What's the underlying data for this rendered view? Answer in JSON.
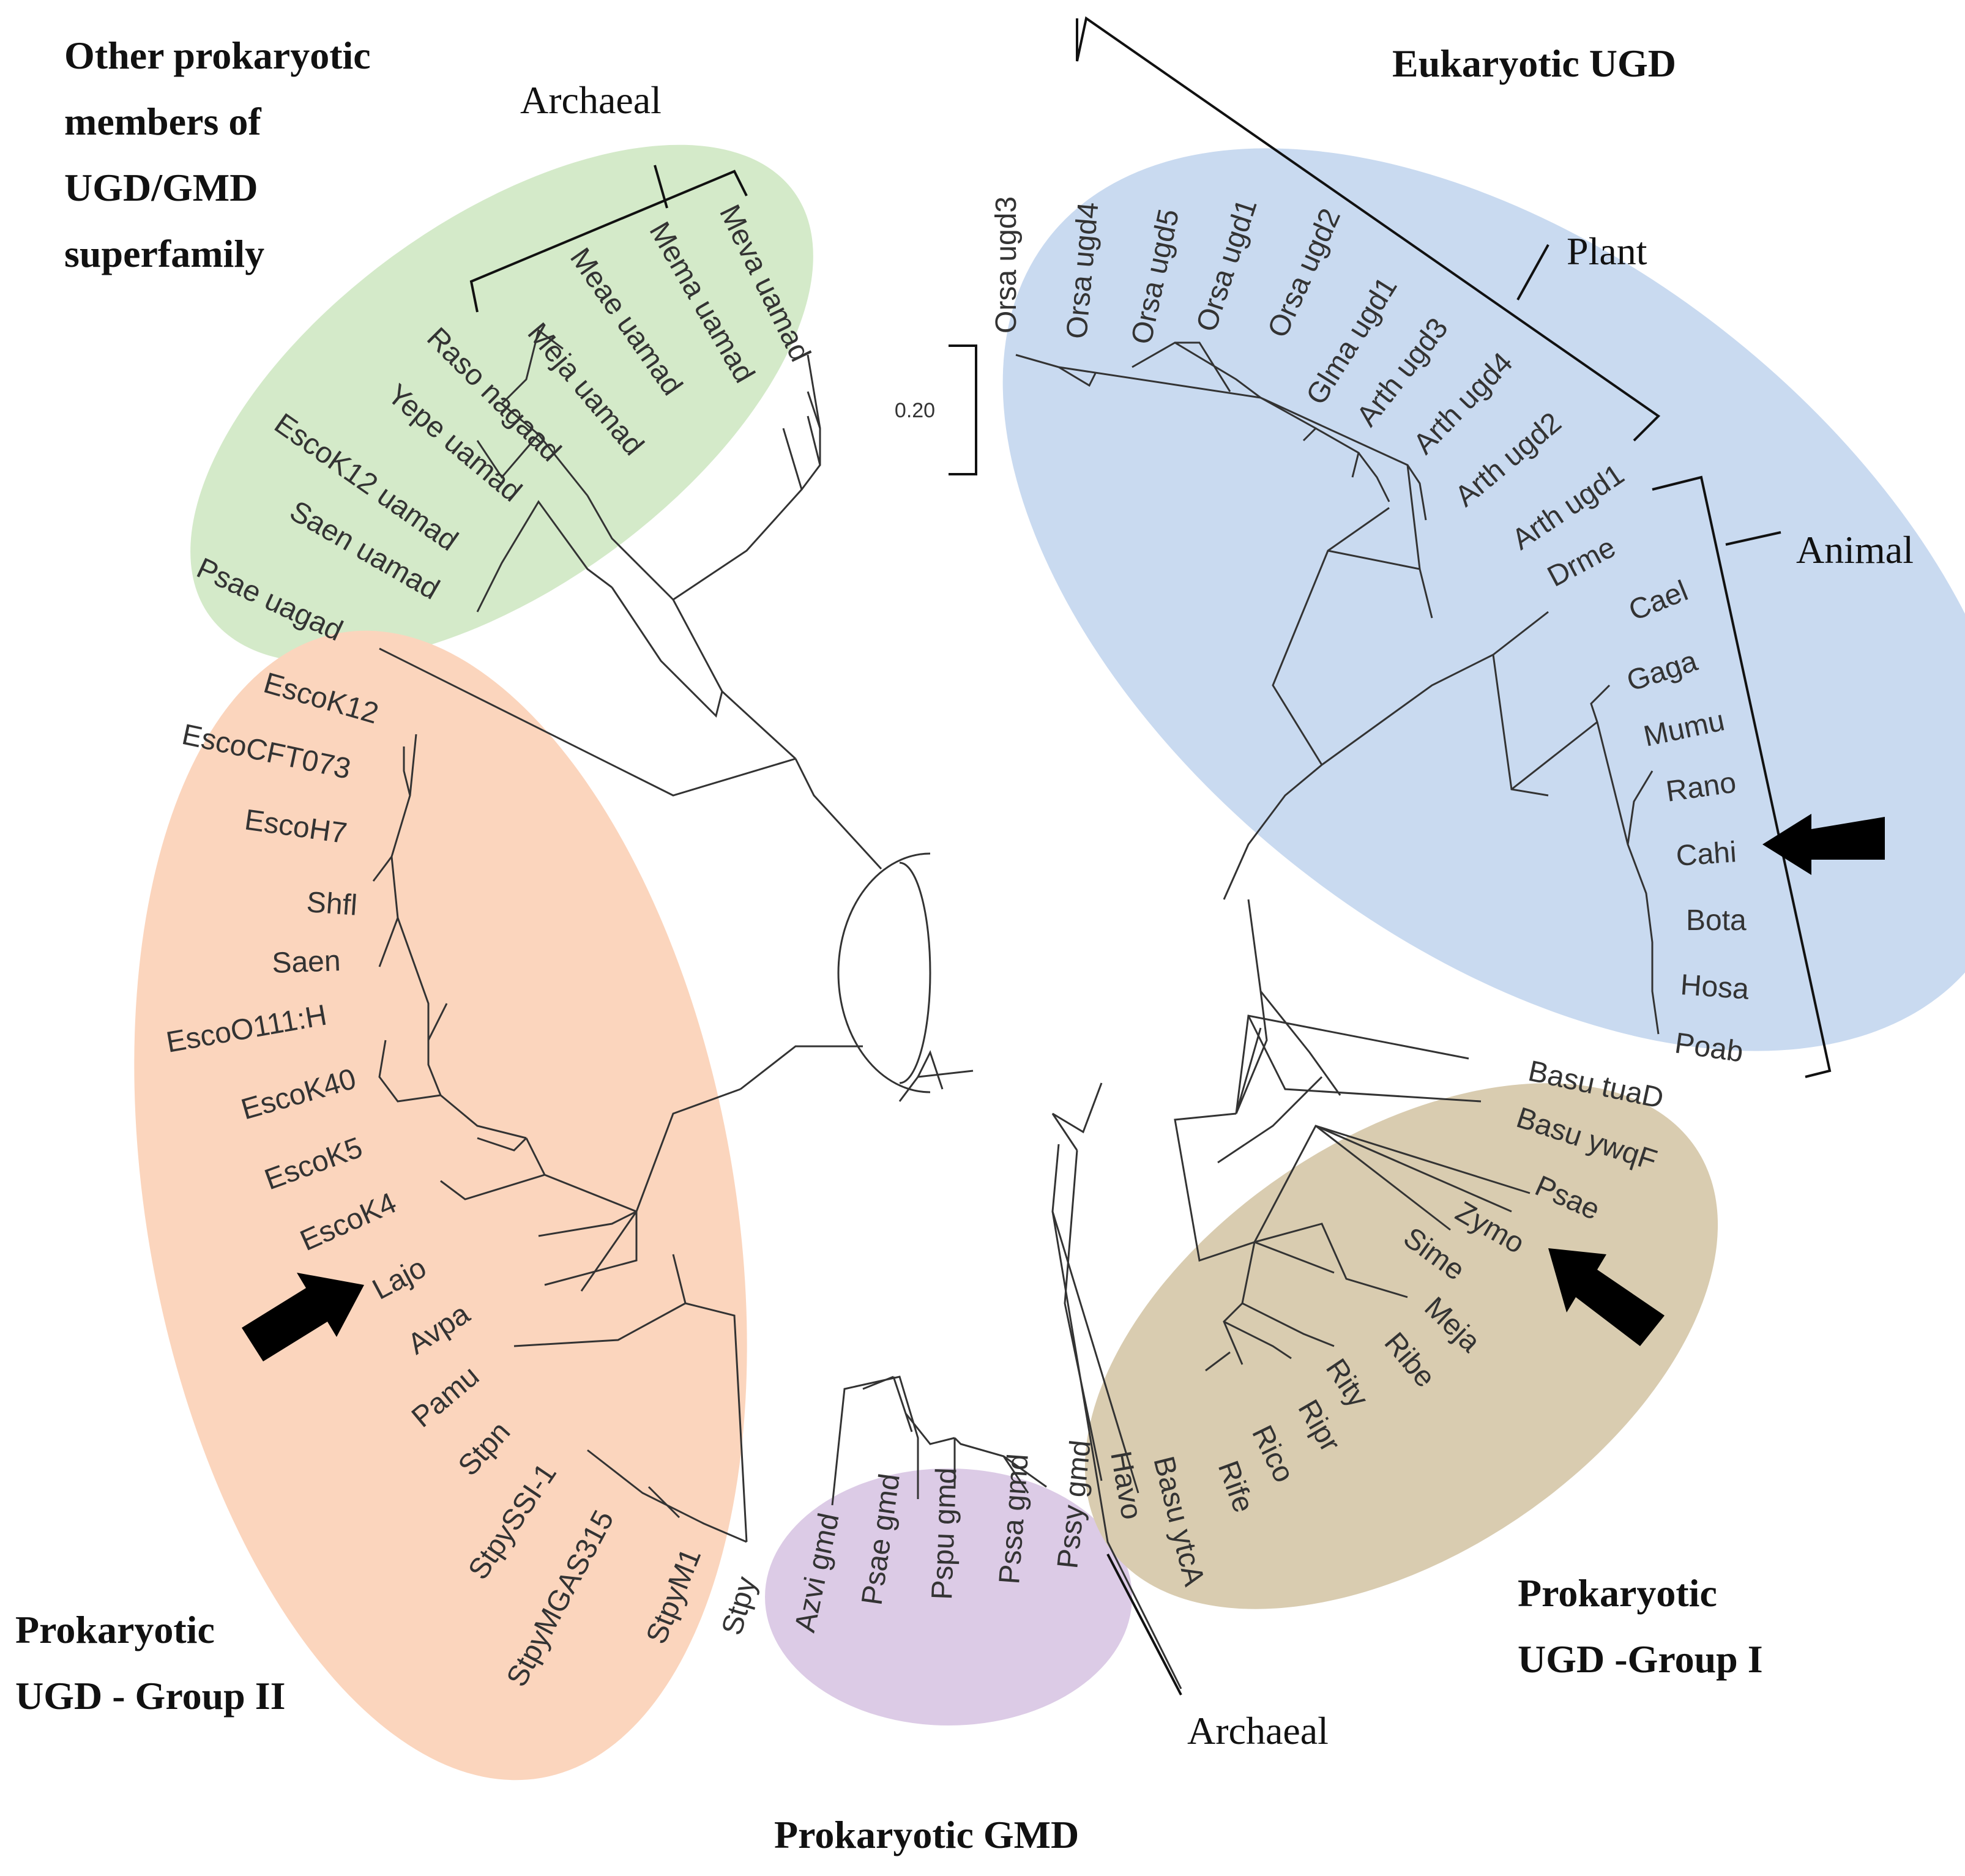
{
  "groups": {
    "other": {
      "title_lines": [
        "Other prokaryotic",
        "members of",
        "UGD/GMD",
        "superfamily"
      ],
      "color": "#d4eac9"
    },
    "eukaryotic": {
      "title": "Eukaryotic UGD",
      "color": "#c9daf0"
    },
    "group2": {
      "title_lines": [
        "Prokaryotic",
        "UGD - Group II"
      ],
      "color": "#fbd5bd"
    },
    "gmd": {
      "title": "Prokaryotic GMD",
      "color": "#dccbe6"
    },
    "group1": {
      "title_lines": [
        "Prokaryotic",
        "UGD -Group I"
      ],
      "color": "#d9ccb0"
    }
  },
  "clade_labels": {
    "archaeal_top": "Archaeal",
    "plant": "Plant",
    "animal": "Animal",
    "archaeal_bottom": "Archaeal"
  },
  "scale_bar": "0.20",
  "leaves": {
    "psae_uagad": "Psae uagad",
    "saen_uamad": "Saen uamad",
    "escok12_uamad": "EscoK12 uamad",
    "yepe_uamad": "Yepe uamad",
    "raso_nagaad": "Raso nagaad",
    "meja_uamad": "Meja uamad",
    "meae_uamad": "Meae uamad",
    "mema_uamad": "Mema uamad",
    "meva_uamad": "Meva uamad",
    "orsa_ugd3": "Orsa ugd3",
    "orsa_ugd4": "Orsa ugd4",
    "orsa_ugd5": "Orsa ugd5",
    "orsa_ugd1": "Orsa ugd1",
    "orsa_ugd2": "Orsa ugd2",
    "glma_ugd1": "Glma ugd1",
    "arth_ugd3": "Arth ugd3",
    "arth_ugd4": "Arth ugd4",
    "arth_ugd2": "Arth ugd2",
    "arth_ugd1": "Arth ugd1",
    "drme": "Drme",
    "cael": "Cael",
    "gaga": "Gaga",
    "mumu": "Mumu",
    "rano": "Rano",
    "cahi": "Cahi",
    "bota": "Bota",
    "hosa": "Hosa",
    "poab": "Poab",
    "basu_tuad": "Basu tuaD",
    "basu_ywqf": "Basu ywqF",
    "psae": "Psae",
    "zymo": "Zymo",
    "sime": "Sime",
    "meja": "Meja",
    "ribe": "Ribe",
    "rity": "Rity",
    "ripr": "Ripr",
    "rico": "Rico",
    "rife": "Rife",
    "basu_ytca": "Basu ytcA",
    "havo": "Havo",
    "pssy_gmd": "Pssy gmd",
    "pssa_gmd": "Pssa gmd",
    "pspu_gmd": "Pspu gmd",
    "psae_gmd": "Psae gmd",
    "azvi_gmd": "Azvi gmd",
    "stpy": "Stpy",
    "stpym1": "StpyM1",
    "stpymgas315": "StpyMGAS315",
    "stpyssi1": "StpySSI-1",
    "stpn": "Stpn",
    "pamu": "Pamu",
    "avpa": "Avpa",
    "lajo": "Lajo",
    "escok4": "EscoK4",
    "escok5": "EscoK5",
    "escok40": "EscoK40",
    "escoo111h": "EscoO111:H",
    "saen": "Saen",
    "shfl": "Shfl",
    "escoh7": "EscoH7",
    "escocft073": "EscoCFT073",
    "escok12": "EscoK12"
  }
}
